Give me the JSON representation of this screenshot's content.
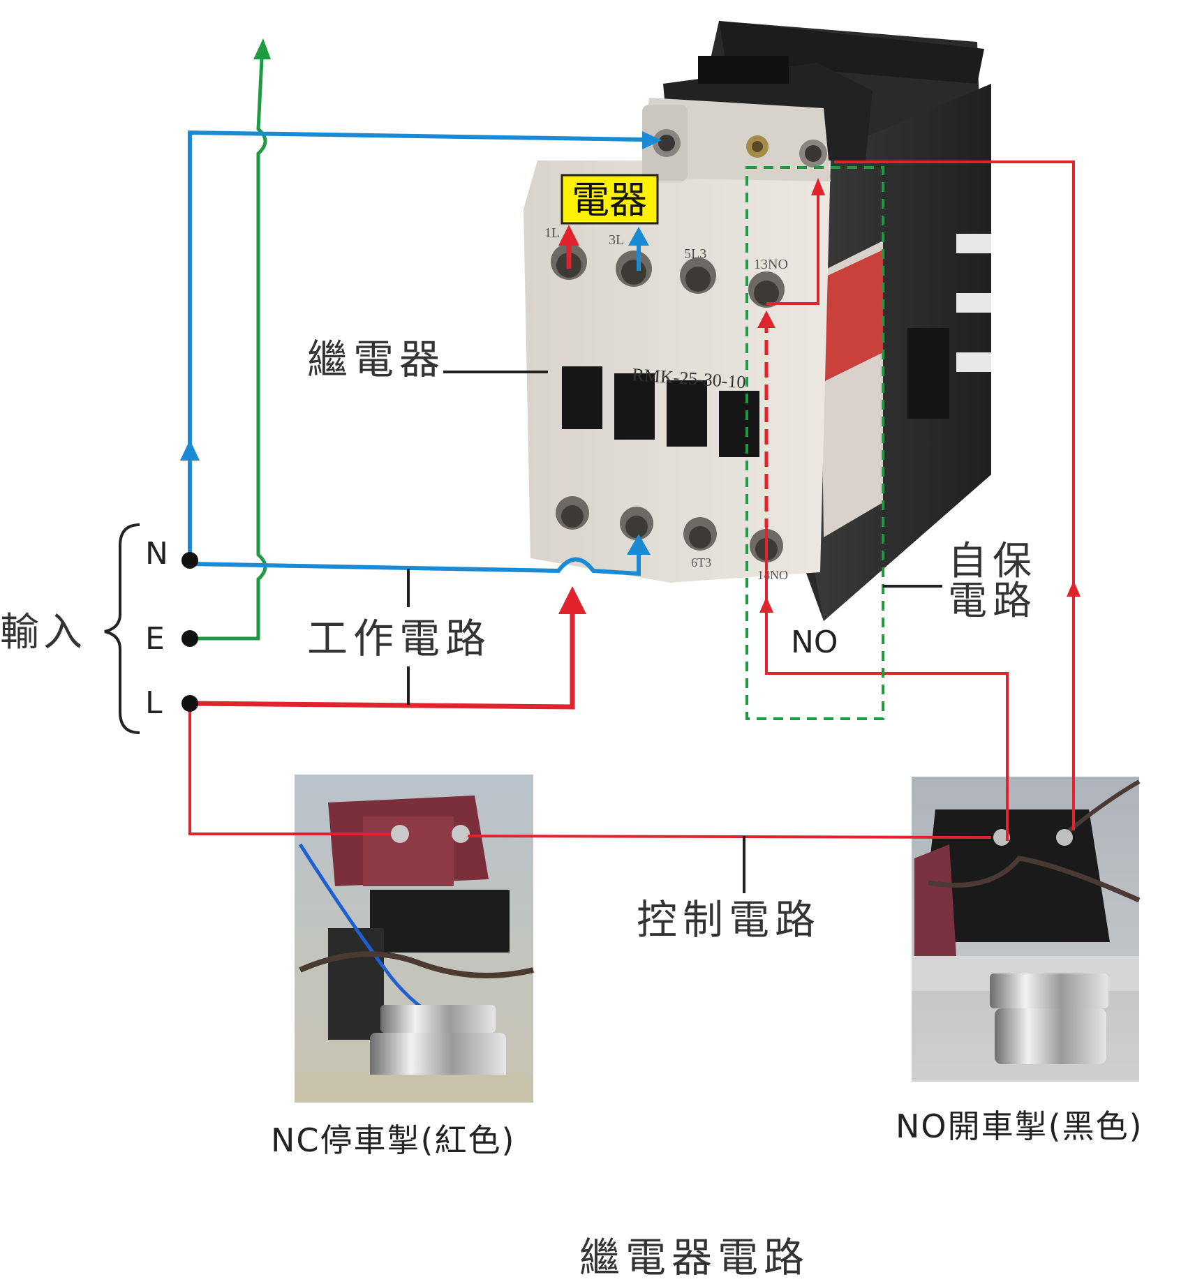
{
  "labels": {
    "device_tag": "電器",
    "relay": "繼電器",
    "working_circuit": "工作電路",
    "control_circuit": "控制電路",
    "self_hold_line1": "自保",
    "self_hold_line2": "電路",
    "no_contact": "NO",
    "input": "輸入",
    "terminal_n": "N",
    "terminal_e": "E",
    "terminal_l": "L",
    "nc_button": "NC停車掣(紅色)",
    "no_button": "NO開車掣(黑色)",
    "diagram_title": "繼電器電路"
  },
  "contactor_markings": {
    "model": "RMK-25-30-10",
    "t1": "1L",
    "t2": "3L",
    "t3": "5L3",
    "t4": "13NO",
    "b3": "6T3",
    "b4": "14NO"
  },
  "colors": {
    "blue_wire": "#1a8ad4",
    "green_wire": "#1f9a43",
    "red_wire": "#e0232c",
    "tag_fill": "#fff200",
    "dashed_box": "#1f9a43"
  }
}
